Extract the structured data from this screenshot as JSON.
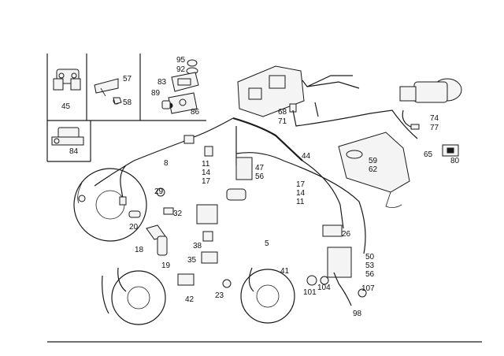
{
  "labels": {
    "p45": "45",
    "p57": "57",
    "p58": "58",
    "p95": "95",
    "p92": "92",
    "p83": "83",
    "p89": "89",
    "p86": "86",
    "p84": "84",
    "p68": "68",
    "p71": "71",
    "p74": "74",
    "p77": "77",
    "p65": "65",
    "p80": "80",
    "p44": "44",
    "p59": "59",
    "p62": "62",
    "p8": "8",
    "p11a": "11",
    "p14a": "14",
    "p17a": "17",
    "p47": "47",
    "p56a": "56",
    "p29": "29",
    "p32": "32",
    "p20": "20",
    "p17b": "17",
    "p14b": "14",
    "p11b": "11",
    "p26": "26",
    "p5": "5",
    "p38": "38",
    "p18": "18",
    "p19": "19",
    "p35": "35",
    "p41": "41",
    "p50": "50",
    "p53": "53",
    "p56b": "56",
    "p42": "42",
    "p23": "23",
    "p101": "101",
    "p104": "104",
    "p107": "107",
    "p98": "98"
  }
}
